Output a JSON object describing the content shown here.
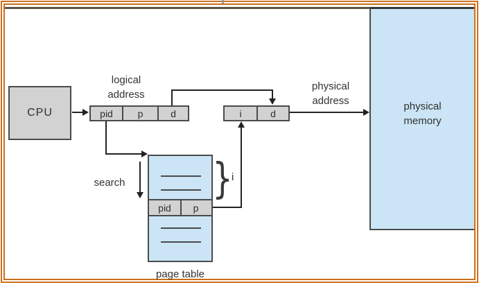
{
  "labels": {
    "cpu": "CPU",
    "logical_address": [
      "logical",
      "address"
    ],
    "physical_address": [
      "physical",
      "address"
    ],
    "physical_memory": [
      "physical",
      "memory"
    ],
    "search": "search",
    "page_table": "page table",
    "index": "i"
  },
  "logical_register_cells": [
    "pid",
    "p",
    "d"
  ],
  "physical_register_cells": [
    "i",
    "d"
  ],
  "page_table_row_cells": [
    "pid",
    "p"
  ],
  "colors": {
    "frame_orange": "#cf6f1a",
    "box_gray": "#d2d2d2",
    "memory_blue": "#cbe5f6",
    "line_dark": "#222222"
  }
}
